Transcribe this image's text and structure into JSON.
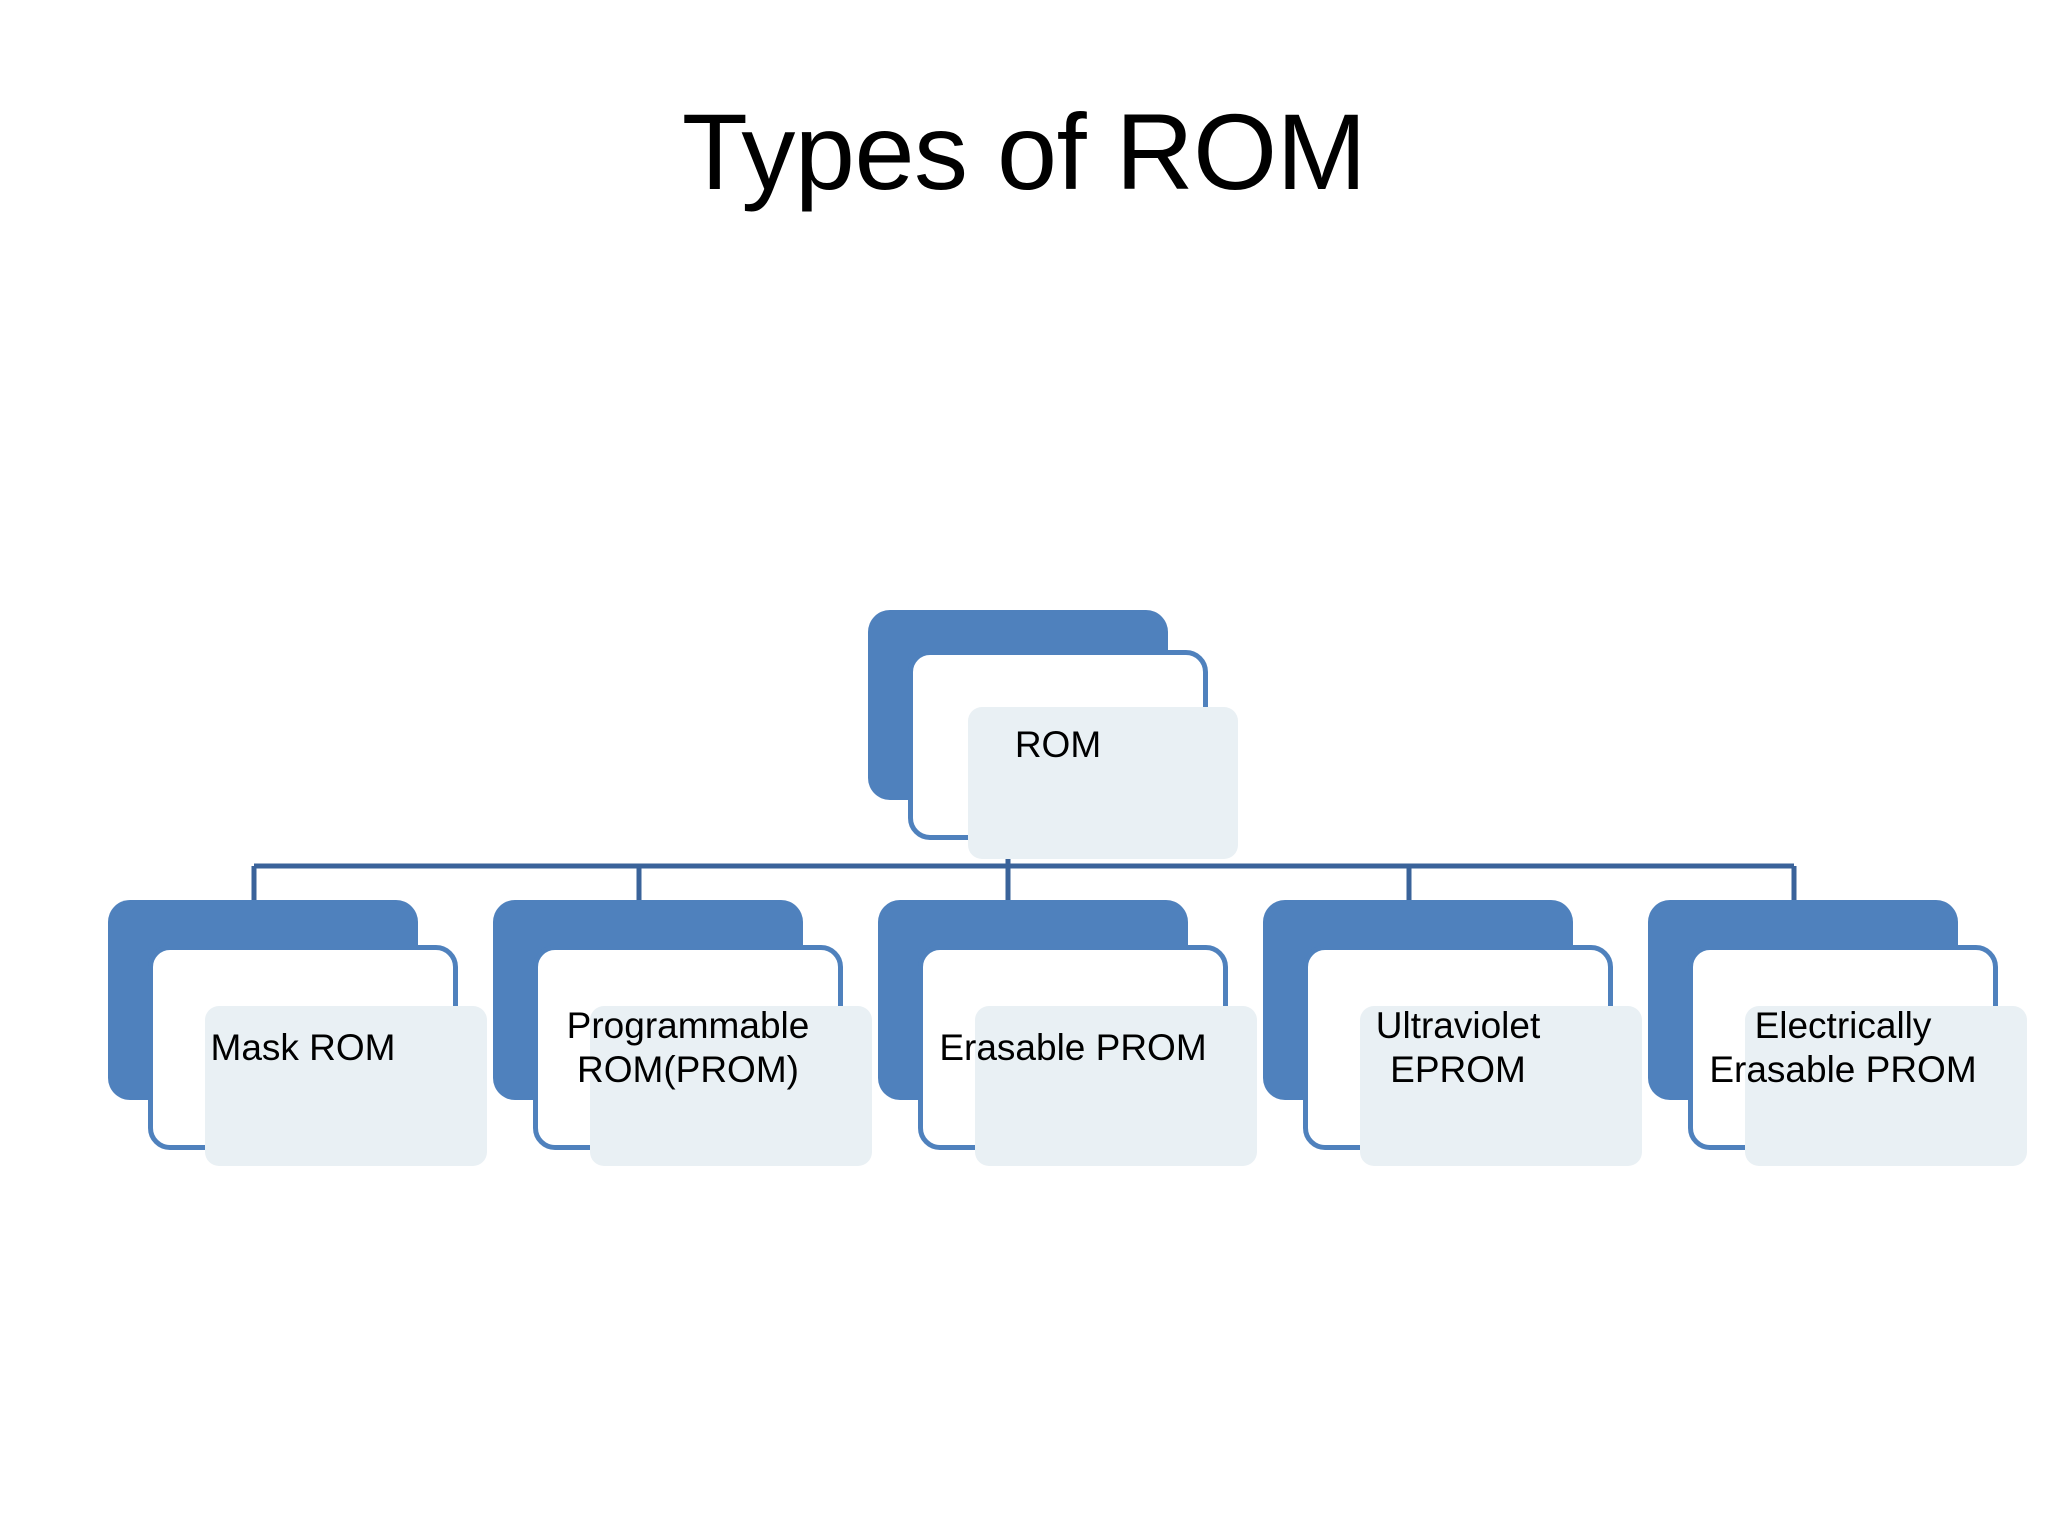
{
  "slide": {
    "title": "Types of ROM",
    "background_color": "#FFFFFF"
  },
  "theme": {
    "node_blue": "#4F81BD",
    "node_fill": "#E9F0F4",
    "connector_color": "#3A639A",
    "text_color": "#000000"
  },
  "chart_data": {
    "type": "diagram",
    "diagram_type": "org-chart",
    "title": "Types of ROM",
    "root": "ROM",
    "children": [
      "Mask ROM",
      "Programmable\nROM(PROM)",
      "Erasable PROM",
      "Ultraviolet\nEPROM",
      "Electrically\nErasable PROM"
    ]
  },
  "chart": {
    "root": {
      "label": "ROM"
    },
    "children": [
      {
        "label": "Mask ROM"
      },
      {
        "label": "Programmable\nROM(PROM)"
      },
      {
        "label": "Erasable PROM"
      },
      {
        "label": "Ultraviolet\nEPROM"
      },
      {
        "label": "Electrically\nErasable PROM"
      }
    ]
  }
}
